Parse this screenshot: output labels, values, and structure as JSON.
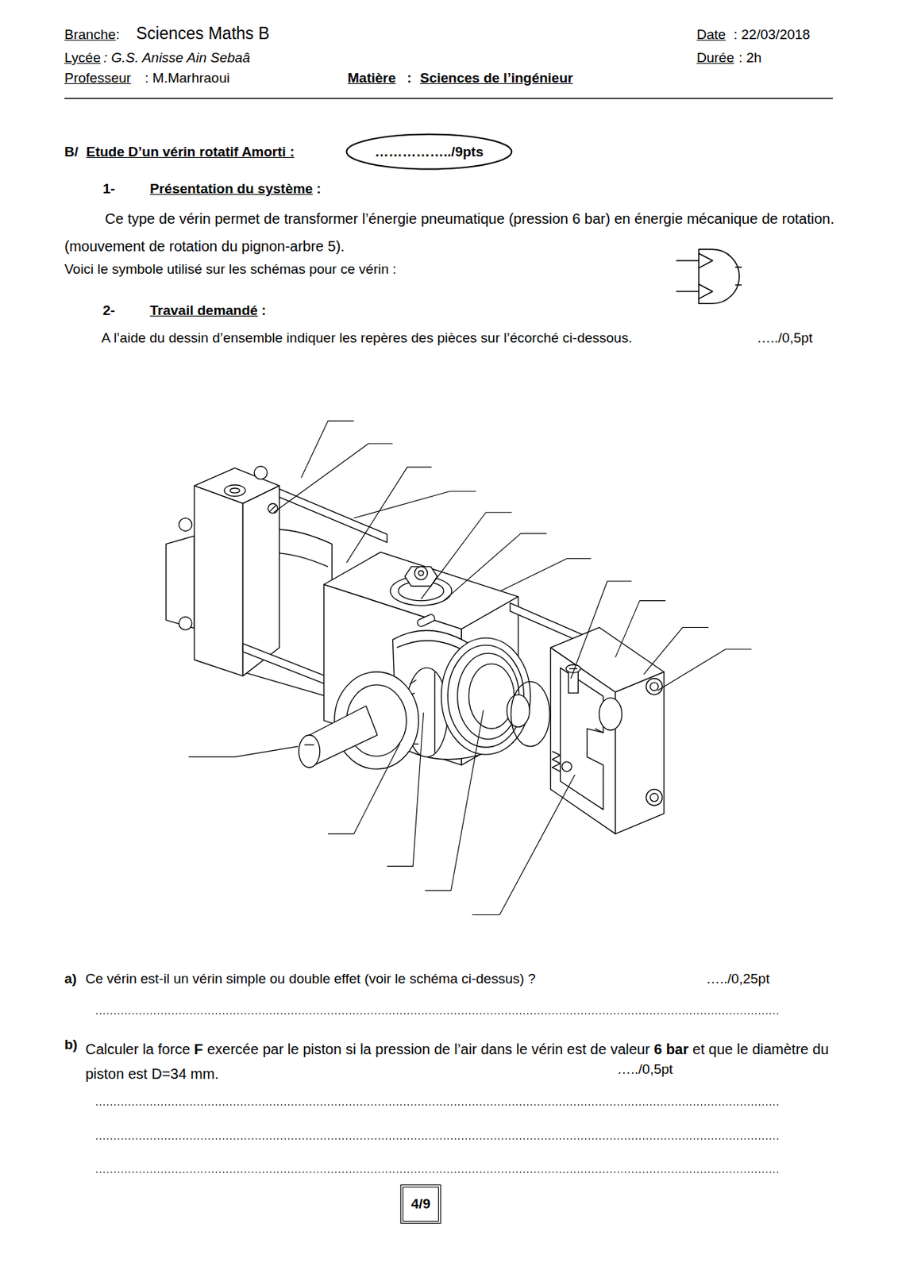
{
  "diagram": {
    "title": "Etude D’un vérin rotatif Amorti :",
    "nodes": [
      {
        "text": [
          "……………../9pts"
        ]
      },
      {
        "text": [
          "4/9"
        ]
      }
    ],
    "labels": [
      "Branche",
      ":",
      "Sciences Maths B",
      "Lycée",
      ": G.S. Anisse Ain Sebaâ",
      "Professeur",
      ": M.Marhraoui",
      "Matière",
      ":",
      "Sciences de l’ingénieur",
      "Date",
      ": 22/03/2018",
      "Durée",
      ": 2h",
      "B/",
      "1-",
      "Présentation du système",
      ":",
      "Ce type de vérin permet de transformer l’énergie pneumatique (pression 6 bar) en énergie mécanique de rotation. (mouvement de rotation du pignon-arbre 5).",
      "Voici le symbole utilisé sur les schémas pour ce vérin :",
      "2-",
      "Travail demandé",
      ":",
      "A l’aide du dessin d’ensemble indiquer les repères des pièces sur l’écorché ci-dessous.",
      "…../0,5pt",
      "a)",
      "Ce vérin est-il un vérin simple ou double effet (voir le schéma ci-dessus)  ?",
      "…../0,25pt",
      "b)",
      "Calculer la force",
      "F",
      "exercée par le piston si la pression de l’air dans le vérin est de valeur",
      "6 bar",
      "et que le diamètre du piston est D=34 mm.",
      "…../0,5pt"
    ]
  }
}
